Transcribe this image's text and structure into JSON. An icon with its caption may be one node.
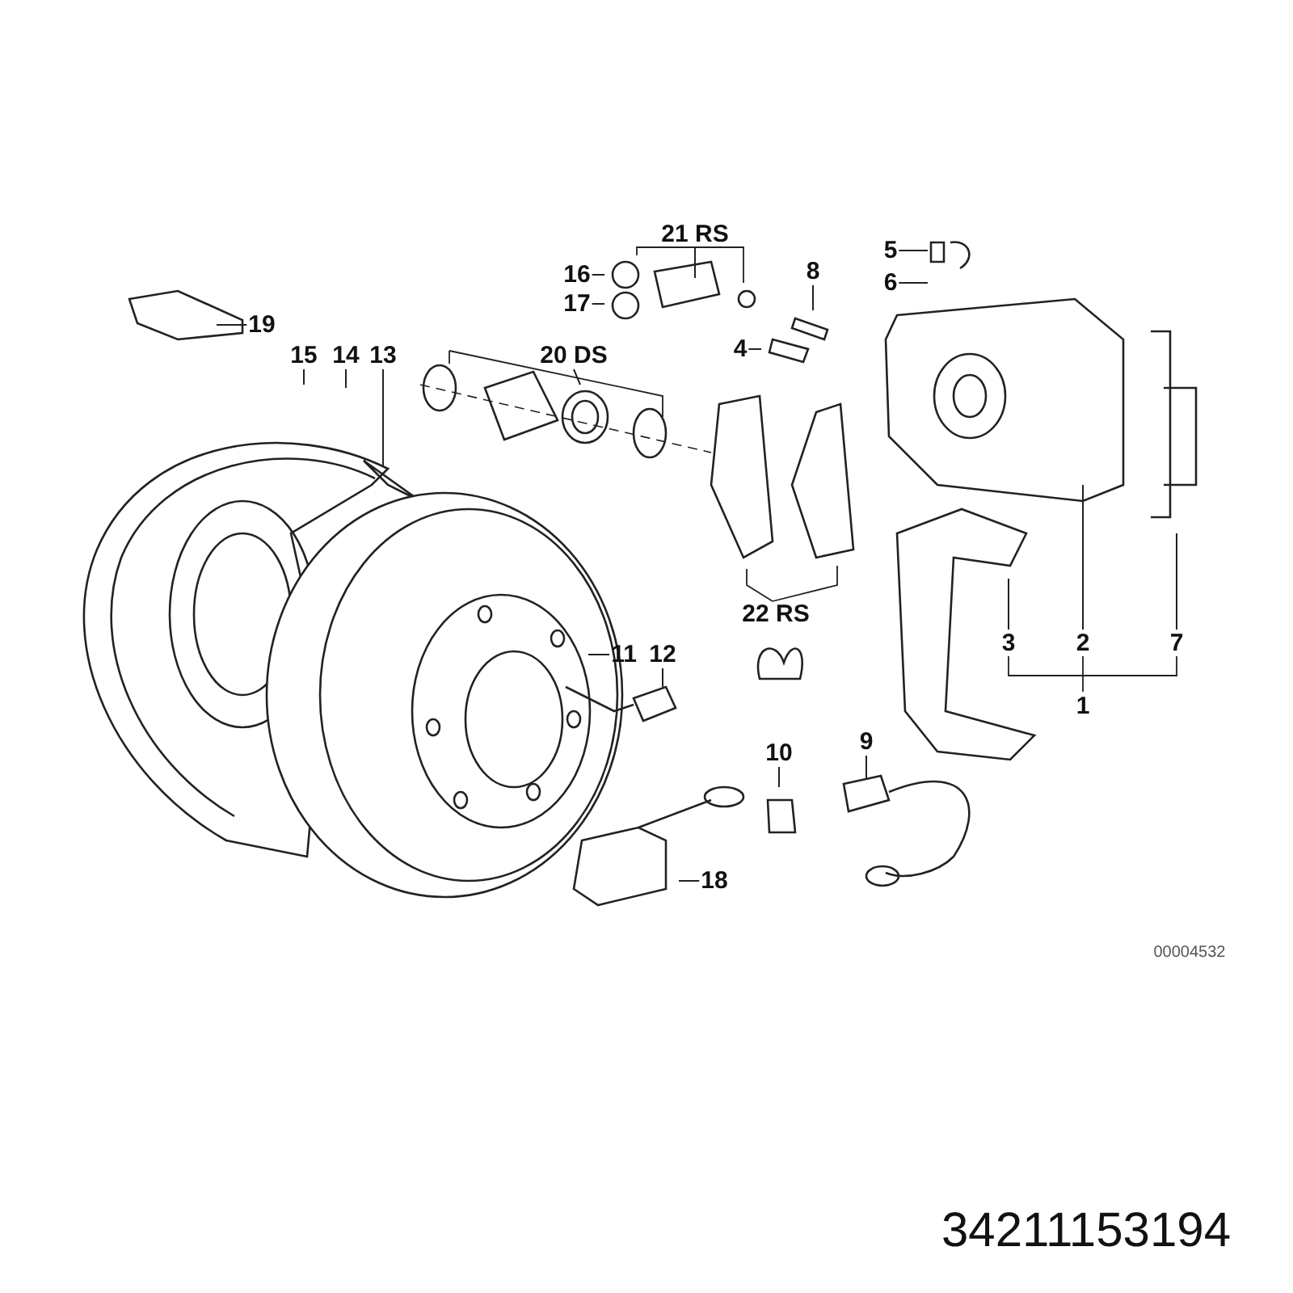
{
  "diagram": {
    "nodes": [
      {
        "text": [
          "21 RS"
        ]
      },
      {
        "text": [
          "5"
        ]
      },
      {
        "text": [
          "16"
        ]
      },
      {
        "text": [
          "8"
        ]
      },
      {
        "text": [
          "6"
        ]
      },
      {
        "text": [
          "17"
        ]
      },
      {
        "text": [
          "19"
        ]
      },
      {
        "text": [
          "4"
        ]
      },
      {
        "text": [
          "15"
        ]
      },
      {
        "text": [
          "14"
        ]
      },
      {
        "text": [
          "13"
        ]
      },
      {
        "text": [
          "20 DS"
        ]
      },
      {
        "text": [
          "3"
        ]
      },
      {
        "text": [
          "2"
        ]
      },
      {
        "text": [
          "7"
        ]
      },
      {
        "text": [
          "11"
        ]
      },
      {
        "text": [
          "12"
        ]
      },
      {
        "text": [
          "9"
        ]
      },
      {
        "text": [
          "10"
        ]
      },
      {
        "text": [
          "18"
        ]
      }
    ],
    "edges": [
      {
        "from": 0,
        "to": null,
        "arrow": "none"
      },
      {
        "from": 1,
        "to": null,
        "arrow": "none"
      },
      {
        "from": 2,
        "to": null,
        "arrow": "none"
      },
      {
        "from": 3,
        "to": null,
        "arrow": "none"
      },
      {
        "from": 4,
        "to": null,
        "arrow": "none"
      },
      {
        "from": 5,
        "to": null,
        "arrow": "none"
      },
      {
        "from": 6,
        "to": null,
        "arrow": "none"
      },
      {
        "from": 7,
        "to": null,
        "arrow": "none"
      },
      {
        "from": 8,
        "to": null,
        "arrow": "none"
      },
      {
        "from": 9,
        "to": null,
        "arrow": "none"
      },
      {
        "from": 10,
        "to": null,
        "arrow": "none"
      },
      {
        "from": 11,
        "to": null,
        "arrow": "none"
      },
      {
        "from": 12,
        "to": null,
        "arrow": "none"
      },
      {
        "from": 13,
        "to": null,
        "arrow": "none"
      },
      {
        "from": 14,
        "to": null,
        "arrow": "none"
      },
      {
        "from": 15,
        "to": null,
        "arrow": "none"
      },
      {
        "from": 16,
        "to": null,
        "arrow": "none"
      },
      {
        "from": 17,
        "to": null,
        "arrow": "none"
      },
      {
        "from": 18,
        "to": null,
        "arrow": "none"
      },
      {
        "from": 19,
        "to": null,
        "arrow": "none"
      }
    ],
    "labels": [
      "22 RS",
      "1",
      "00004532",
      "34211153194"
    ]
  }
}
